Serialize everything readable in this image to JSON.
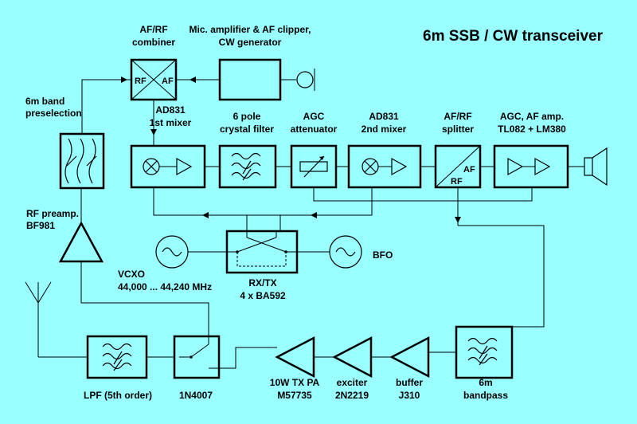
{
  "title": "6m SSB / CW transceiver",
  "labels": {
    "combiner": [
      "AF/RF",
      "combiner"
    ],
    "mic": [
      "Mic. amplifier & AF clipper,",
      "CW generator"
    ],
    "preselection": [
      "6m band",
      "preselection"
    ],
    "mixer1": [
      "AD831",
      "1st mixer"
    ],
    "xtal": [
      "6 pole",
      "crystal filter"
    ],
    "agcatt": [
      "AGC",
      "attenuator"
    ],
    "mixer2": [
      "AD831",
      "2nd mixer"
    ],
    "splitter": [
      "AF/RF",
      "splitter"
    ],
    "agcaf": [
      "AGC, AF amp.",
      "TL082 + LM380"
    ],
    "preamp": [
      "RF preamp.",
      "BF981"
    ],
    "bfo": "BFO",
    "vcxo": [
      "VCXO",
      "44,000 ... 44,240 MHz"
    ],
    "rxtx": [
      "RX/TX",
      "4 x BA592"
    ],
    "lpf": "LPF (5th order)",
    "diode": "1N4007",
    "pa": [
      "10W TX PA",
      "M57735"
    ],
    "exciter": [
      "exciter",
      "2N2219"
    ],
    "buffer": [
      "buffer",
      "J310"
    ],
    "bandpass": [
      "6m",
      "bandpass"
    ]
  },
  "ports": {
    "rf": "RF",
    "af": "AF"
  }
}
